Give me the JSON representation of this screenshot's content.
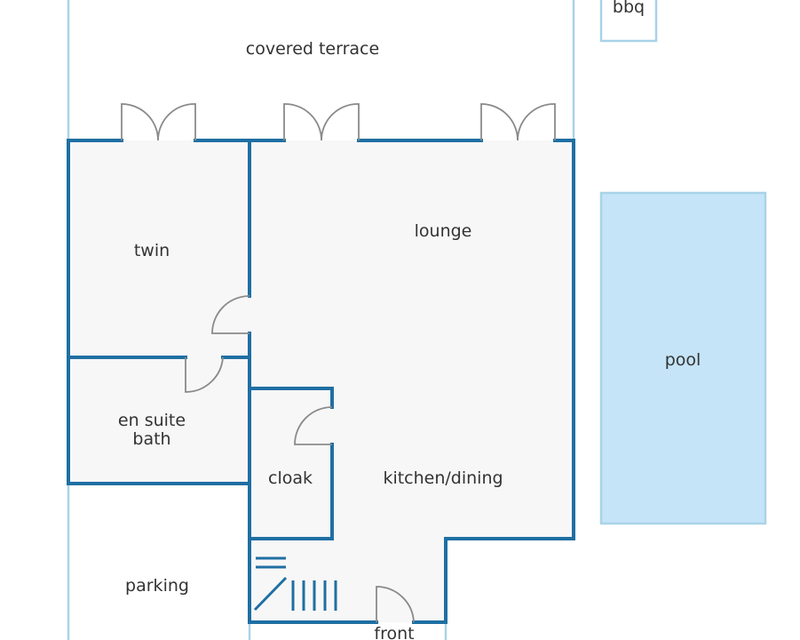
{
  "rooms": {
    "covered_terrace": "covered terrace",
    "bbq": "bbq",
    "lounge": "lounge",
    "twin": "twin",
    "en_suite_line1": "en suite",
    "en_suite_line2": "bath",
    "cloak": "cloak",
    "kitchen_dining": "kitchen/dining",
    "parking": "parking",
    "pool": "pool",
    "front": "front"
  },
  "colors": {
    "wall": "#1f6fa3",
    "outline_light": "#a9d3e8",
    "room_fill": "#f7f7f7",
    "pool_fill": "#c5e4f7",
    "door": "#8a8a8a"
  }
}
